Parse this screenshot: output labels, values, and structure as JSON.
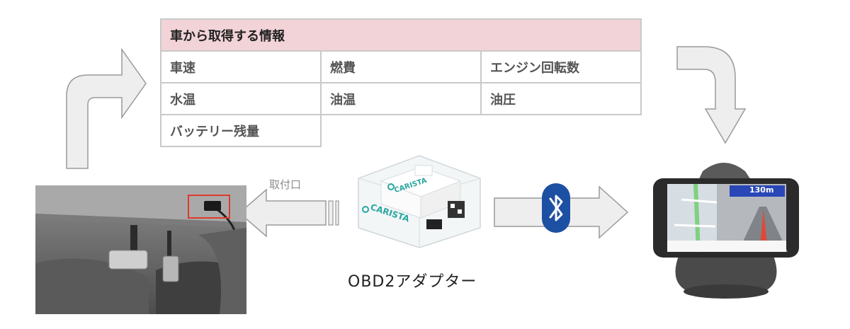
{
  "info_table": {
    "title": "車から取得する情報",
    "rows": [
      [
        "車速",
        "燃費",
        "エンジン回転数"
      ],
      [
        "水温",
        "油温",
        "油圧"
      ],
      [
        "バッテリー残量"
      ]
    ]
  },
  "mount_label": "取付口",
  "adapter_label": "OBD2アダプター",
  "adapter_brand": "CARISTA",
  "phone_nav": {
    "distance": "130m"
  },
  "colors": {
    "table_header_bg": "#f2d3d8",
    "table_border": "#c9c9c9",
    "arrow_fill": "#eeeeee",
    "arrow_stroke": "#9a9a9a",
    "bluetooth_blue": "#1d4fa3",
    "highlight_red": "#e03a2a",
    "brand_teal": "#2aa7a0"
  },
  "icons": [
    "bluetooth-icon",
    "curved-arrow-up-right",
    "curved-arrow-down",
    "arrow-left",
    "arrow-right"
  ]
}
